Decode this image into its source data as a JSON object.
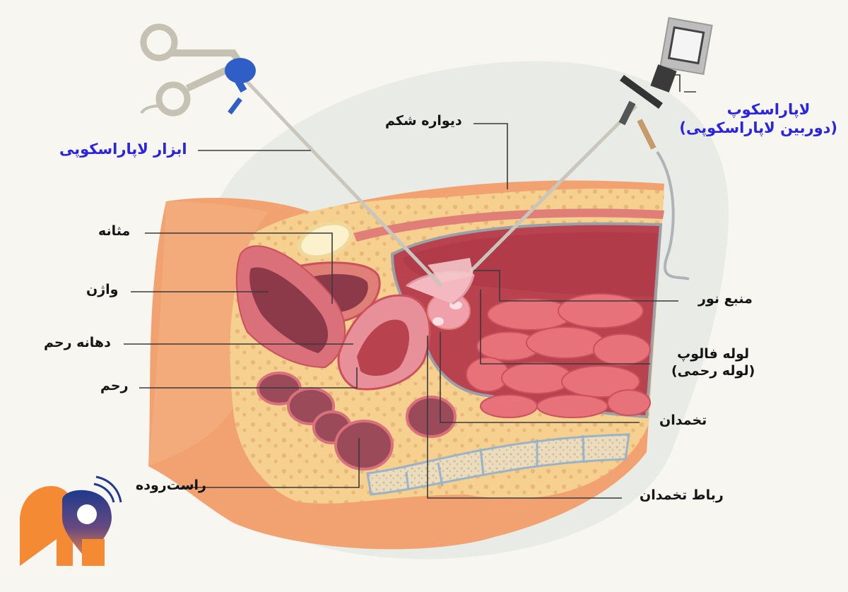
{
  "diagram": {
    "title": "Laparoscopy anatomy diagram",
    "colors": {
      "background": "#f7f6f1",
      "blob": "#e9ece6",
      "skin": "#f2a270",
      "fat": "#f6d08f",
      "muscle": "#e07f78",
      "cavity": "#b8434e",
      "intestine": "#e8727a",
      "label_blue": "#2a24e0",
      "label_black": "#141414",
      "leader_line": "#3a3a3a",
      "logo_orange": "#f58a35",
      "logo_navy": "#1e3a8c"
    }
  },
  "labels": {
    "laparoscope": "لاپاراسکوپ",
    "laparoscope_sub": "(دوربین لاپاراسکوپی)",
    "instrument": "ابزار لاپاراسکوپی",
    "abdominal_wall": "دیواره شکم",
    "bladder": "مثانه",
    "vagina": "واژن",
    "cervix": "دهانه رحم",
    "uterus": "رحم",
    "rectum": "راست‌روده",
    "light_source": "منبع نور",
    "fallopian_tube": "لوله فالوپ",
    "fallopian_tube_sub": "(لوله رحمی)",
    "ovary": "تخمدان",
    "ovarian_ligament": "رباط تخمدان"
  },
  "logo": {
    "icon": "location-pin-logo-icon"
  }
}
